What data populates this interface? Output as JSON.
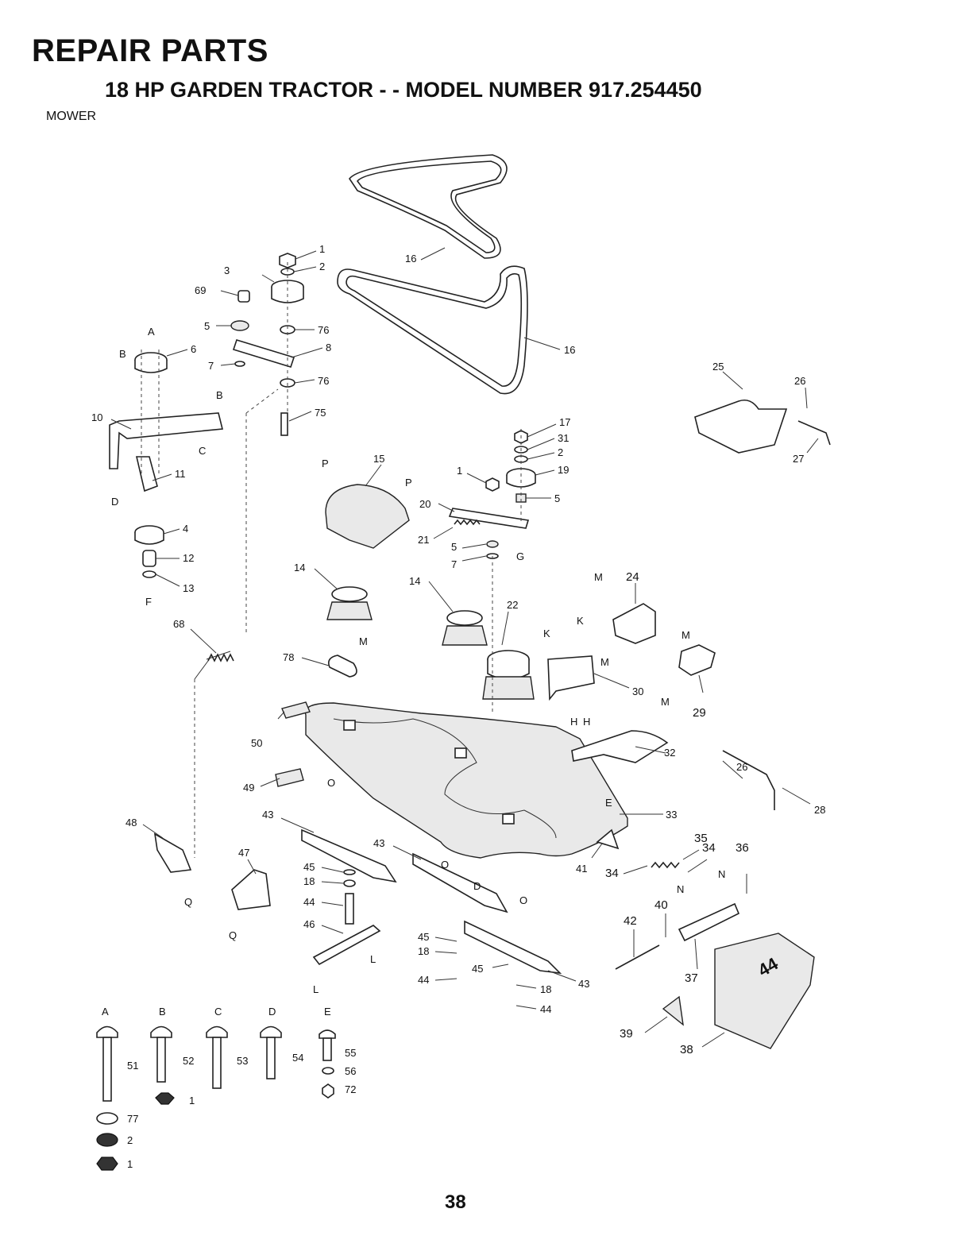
{
  "header": {
    "title": "REPAIR PARTS",
    "subtitle": "18 HP GARDEN TRACTOR - - MODEL NUMBER 917.254450",
    "section": "MOWER"
  },
  "page_number": "38",
  "decal_text": "44",
  "callouts": [
    {
      "id": "c-1a",
      "text": "1"
    },
    {
      "id": "c-2a",
      "text": "2"
    },
    {
      "id": "c-3",
      "text": "3"
    },
    {
      "id": "c-69",
      "text": "69"
    },
    {
      "id": "c-5a",
      "text": "5"
    },
    {
      "id": "c-76a",
      "text": "76"
    },
    {
      "id": "c-8",
      "text": "8"
    },
    {
      "id": "c-7a",
      "text": "7"
    },
    {
      "id": "c-76b",
      "text": "76"
    },
    {
      "id": "c-75",
      "text": "75"
    },
    {
      "id": "c-6",
      "text": "6"
    },
    {
      "id": "c-10",
      "text": "10"
    },
    {
      "id": "c-11",
      "text": "11"
    },
    {
      "id": "c-4",
      "text": "4"
    },
    {
      "id": "c-12",
      "text": "12"
    },
    {
      "id": "c-13",
      "text": "13"
    },
    {
      "id": "c-16a",
      "text": "16"
    },
    {
      "id": "c-16b",
      "text": "16"
    },
    {
      "id": "c-15",
      "text": "15"
    },
    {
      "id": "c-17",
      "text": "17"
    },
    {
      "id": "c-31",
      "text": "31"
    },
    {
      "id": "c-2b",
      "text": "2"
    },
    {
      "id": "c-19",
      "text": "19"
    },
    {
      "id": "c-5b",
      "text": "5"
    },
    {
      "id": "c-1b",
      "text": "1"
    },
    {
      "id": "c-20",
      "text": "20"
    },
    {
      "id": "c-21",
      "text": "21"
    },
    {
      "id": "c-5c",
      "text": "5"
    },
    {
      "id": "c-7b",
      "text": "7"
    },
    {
      "id": "c-14a",
      "text": "14"
    },
    {
      "id": "c-14b",
      "text": "14"
    },
    {
      "id": "c-22",
      "text": "22"
    },
    {
      "id": "c-24",
      "text": "24"
    },
    {
      "id": "c-30",
      "text": "30"
    },
    {
      "id": "c-29",
      "text": "29"
    },
    {
      "id": "c-25",
      "text": "25"
    },
    {
      "id": "c-26a",
      "text": "26"
    },
    {
      "id": "c-27",
      "text": "27"
    },
    {
      "id": "c-68",
      "text": "68"
    },
    {
      "id": "c-78",
      "text": "78"
    },
    {
      "id": "c-50",
      "text": "50"
    },
    {
      "id": "c-49",
      "text": "49"
    },
    {
      "id": "c-32",
      "text": "32"
    },
    {
      "id": "c-26b",
      "text": "26"
    },
    {
      "id": "c-28",
      "text": "28"
    },
    {
      "id": "c-33",
      "text": "33"
    },
    {
      "id": "c-43a",
      "text": "43"
    },
    {
      "id": "c-43b",
      "text": "43"
    },
    {
      "id": "c-43c",
      "text": "43"
    },
    {
      "id": "c-48",
      "text": "48"
    },
    {
      "id": "c-47",
      "text": "47"
    },
    {
      "id": "c-45a",
      "text": "45"
    },
    {
      "id": "c-18a",
      "text": "18"
    },
    {
      "id": "c-44a",
      "text": "44"
    },
    {
      "id": "c-46",
      "text": "46"
    },
    {
      "id": "c-45b",
      "text": "45"
    },
    {
      "id": "c-18b",
      "text": "18"
    },
    {
      "id": "c-44b",
      "text": "44"
    },
    {
      "id": "c-45c",
      "text": "45"
    },
    {
      "id": "c-18c",
      "text": "18"
    },
    {
      "id": "c-44c",
      "text": "44"
    },
    {
      "id": "c-41",
      "text": "41"
    },
    {
      "id": "c-34a",
      "text": "34"
    },
    {
      "id": "c-35",
      "text": "35"
    },
    {
      "id": "c-34b",
      "text": "34"
    },
    {
      "id": "c-36",
      "text": "36"
    },
    {
      "id": "c-40",
      "text": "40"
    },
    {
      "id": "c-42",
      "text": "42"
    },
    {
      "id": "c-37",
      "text": "37"
    },
    {
      "id": "c-39",
      "text": "39"
    },
    {
      "id": "c-38",
      "text": "38"
    },
    {
      "id": "c-51",
      "text": "51"
    },
    {
      "id": "c-52",
      "text": "52"
    },
    {
      "id": "c-53",
      "text": "53"
    },
    {
      "id": "c-54",
      "text": "54"
    },
    {
      "id": "c-55",
      "text": "55"
    },
    {
      "id": "c-56",
      "text": "56"
    },
    {
      "id": "c-72",
      "text": "72"
    },
    {
      "id": "c-1c",
      "text": "1"
    },
    {
      "id": "c-77",
      "text": "77"
    },
    {
      "id": "c-2c",
      "text": "2"
    },
    {
      "id": "c-1d",
      "text": "1"
    }
  ],
  "letter_keys": [
    {
      "id": "k-A1",
      "text": "A"
    },
    {
      "id": "k-B1",
      "text": "B"
    },
    {
      "id": "k-B2",
      "text": "B"
    },
    {
      "id": "k-C1",
      "text": "C"
    },
    {
      "id": "k-D1",
      "text": "D"
    },
    {
      "id": "k-F",
      "text": "F"
    },
    {
      "id": "k-P1",
      "text": "P"
    },
    {
      "id": "k-P2",
      "text": "P"
    },
    {
      "id": "k-G",
      "text": "G"
    },
    {
      "id": "k-M1",
      "text": "M"
    },
    {
      "id": "k-M2",
      "text": "M"
    },
    {
      "id": "k-M3",
      "text": "M"
    },
    {
      "id": "k-M4",
      "text": "M"
    },
    {
      "id": "k-M5",
      "text": "M"
    },
    {
      "id": "k-K1",
      "text": "K"
    },
    {
      "id": "k-K2",
      "text": "K"
    },
    {
      "id": "k-H1",
      "text": "H"
    },
    {
      "id": "k-H2",
      "text": "H"
    },
    {
      "id": "k-E1",
      "text": "E"
    },
    {
      "id": "k-O1",
      "text": "O"
    },
    {
      "id": "k-O2",
      "text": "O"
    },
    {
      "id": "k-O3",
      "text": "O"
    },
    {
      "id": "k-D2",
      "text": "D"
    },
    {
      "id": "k-Q1",
      "text": "Q"
    },
    {
      "id": "k-Q2",
      "text": "Q"
    },
    {
      "id": "k-L1",
      "text": "L"
    },
    {
      "id": "k-L2",
      "text": "L"
    },
    {
      "id": "k-N1",
      "text": "N"
    },
    {
      "id": "k-N2",
      "text": "N"
    },
    {
      "id": "k-A2",
      "text": "A"
    },
    {
      "id": "k-B3",
      "text": "B"
    },
    {
      "id": "k-C2",
      "text": "C"
    },
    {
      "id": "k-D3",
      "text": "D"
    },
    {
      "id": "k-E2",
      "text": "E"
    }
  ]
}
